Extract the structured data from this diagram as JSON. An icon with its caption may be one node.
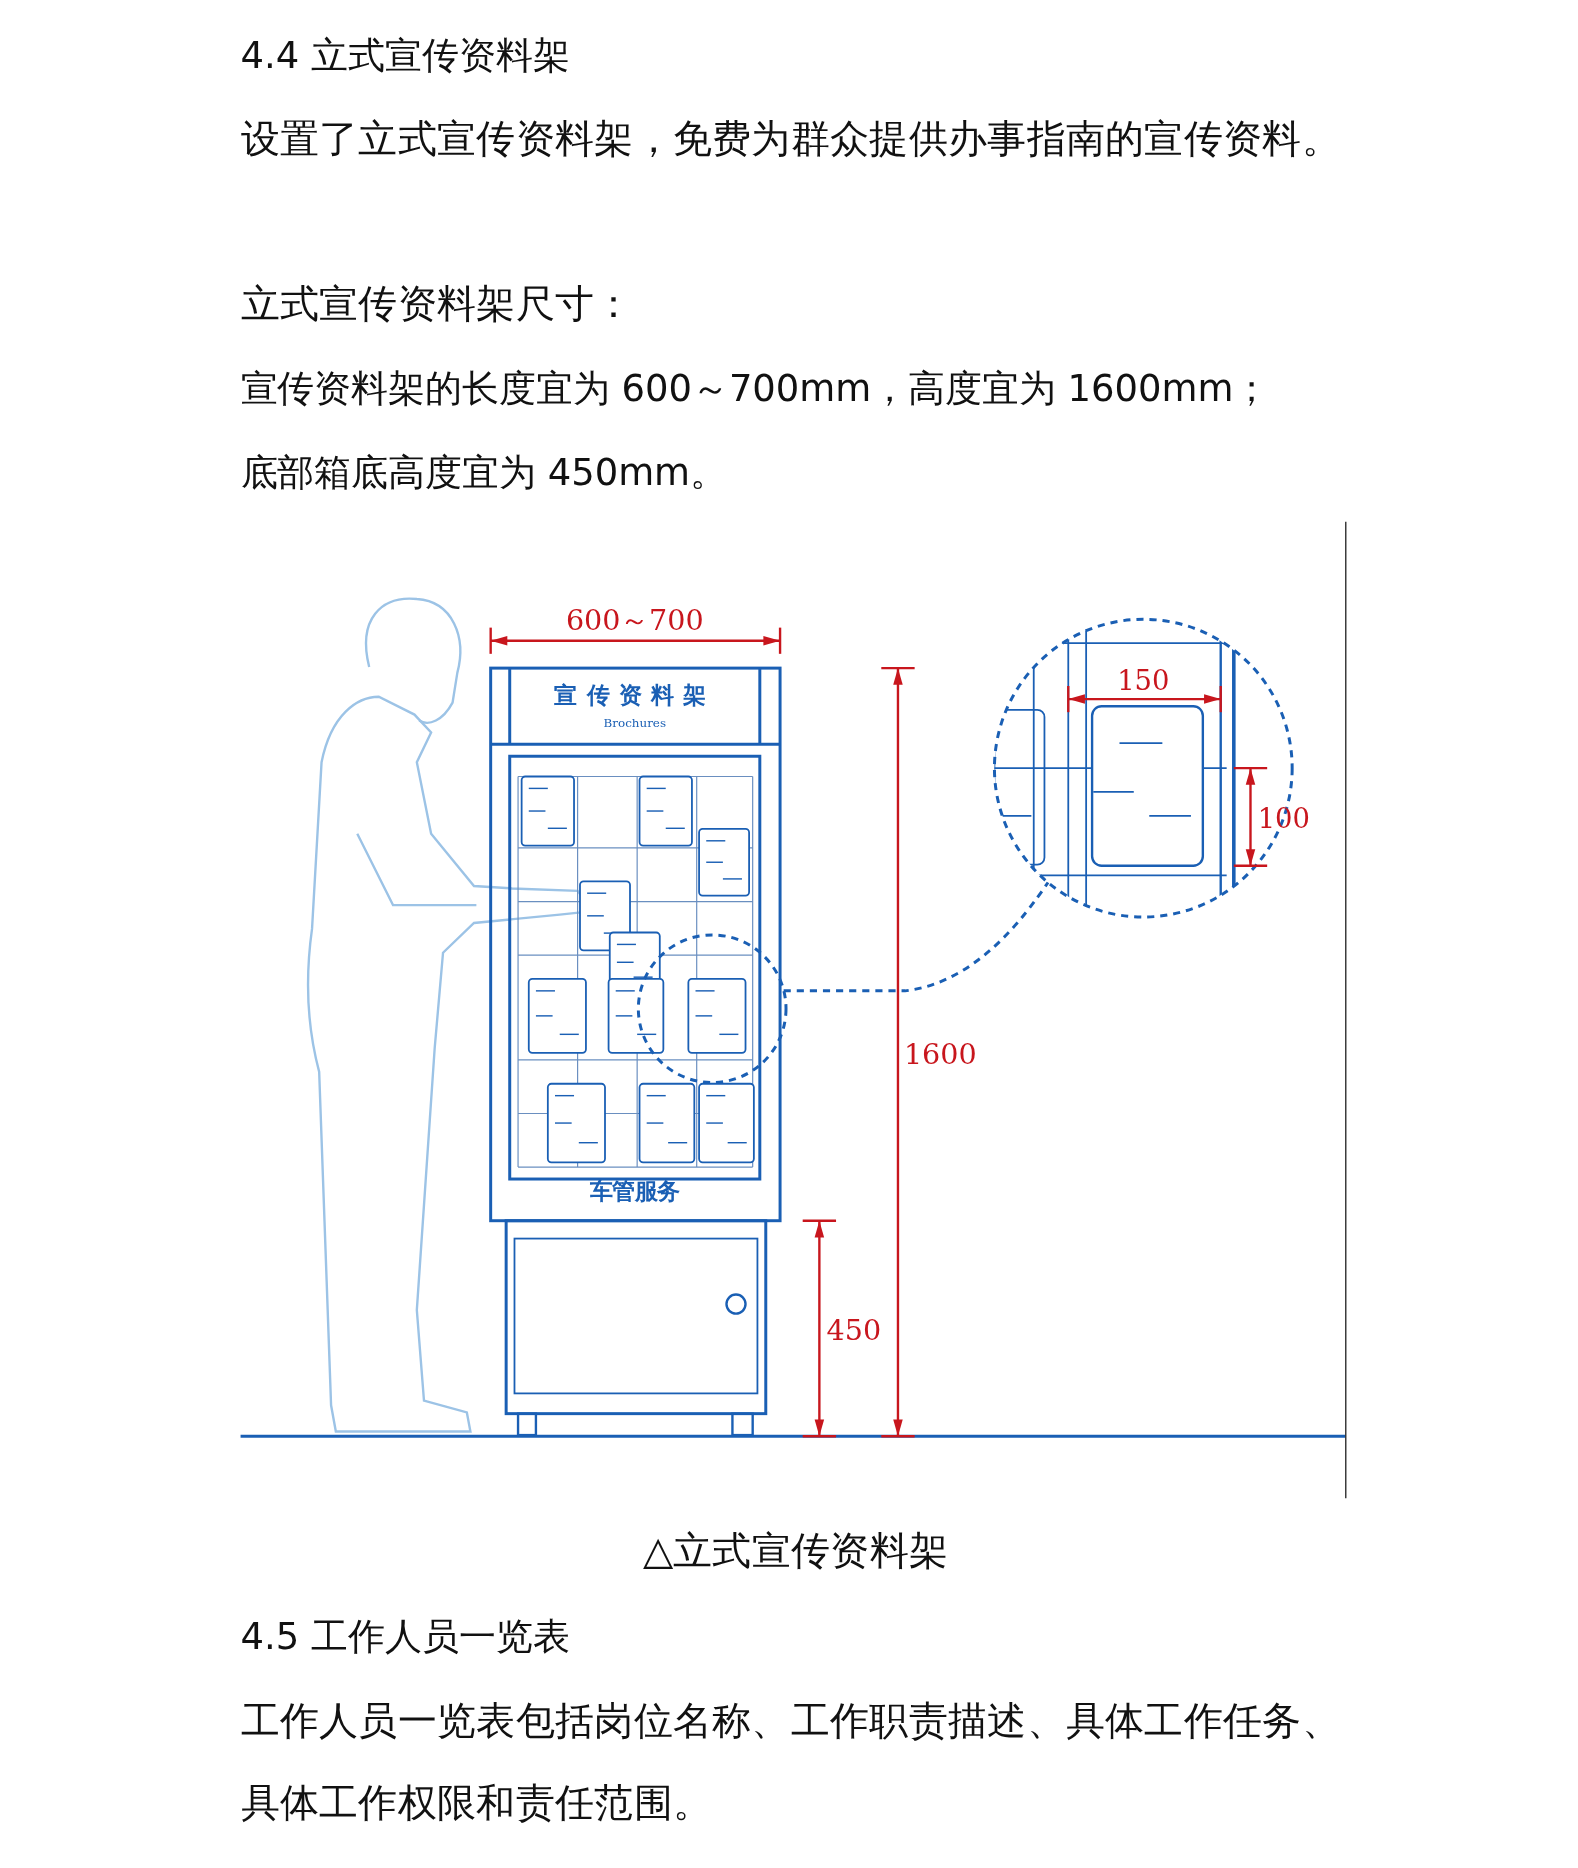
{
  "diagram": {
    "caption": "△立式宣传资料架",
    "nodes": [
      {
        "text": [],
        "shape": "circle"
      },
      {
        "text": [],
        "shape": "circle"
      }
    ],
    "edges": [
      {
        "from": 0,
        "to": 1,
        "arrow": "none",
        "style": "dashed"
      }
    ],
    "labels": [
      "4.4 立式宣传资料架",
      "设置了立式宣传资料架，免费为群众提供办事指南的宣传资料。",
      "立式宣传资料架尺寸：",
      "宣传资料架的长度宜为 600～700mm，高度宜为 1600mm；",
      "底部箱底高度宜为 450mm。",
      "600～700",
      "宣传资料架",
      "Brochures",
      "车管服务",
      "150",
      "100",
      "1600",
      "450",
      "4.5 工作人员一览表",
      "工作人员一览表包括岗位名称、工作职责描述、具体工作任务、具体工作权限和责任范围。"
    ]
  }
}
